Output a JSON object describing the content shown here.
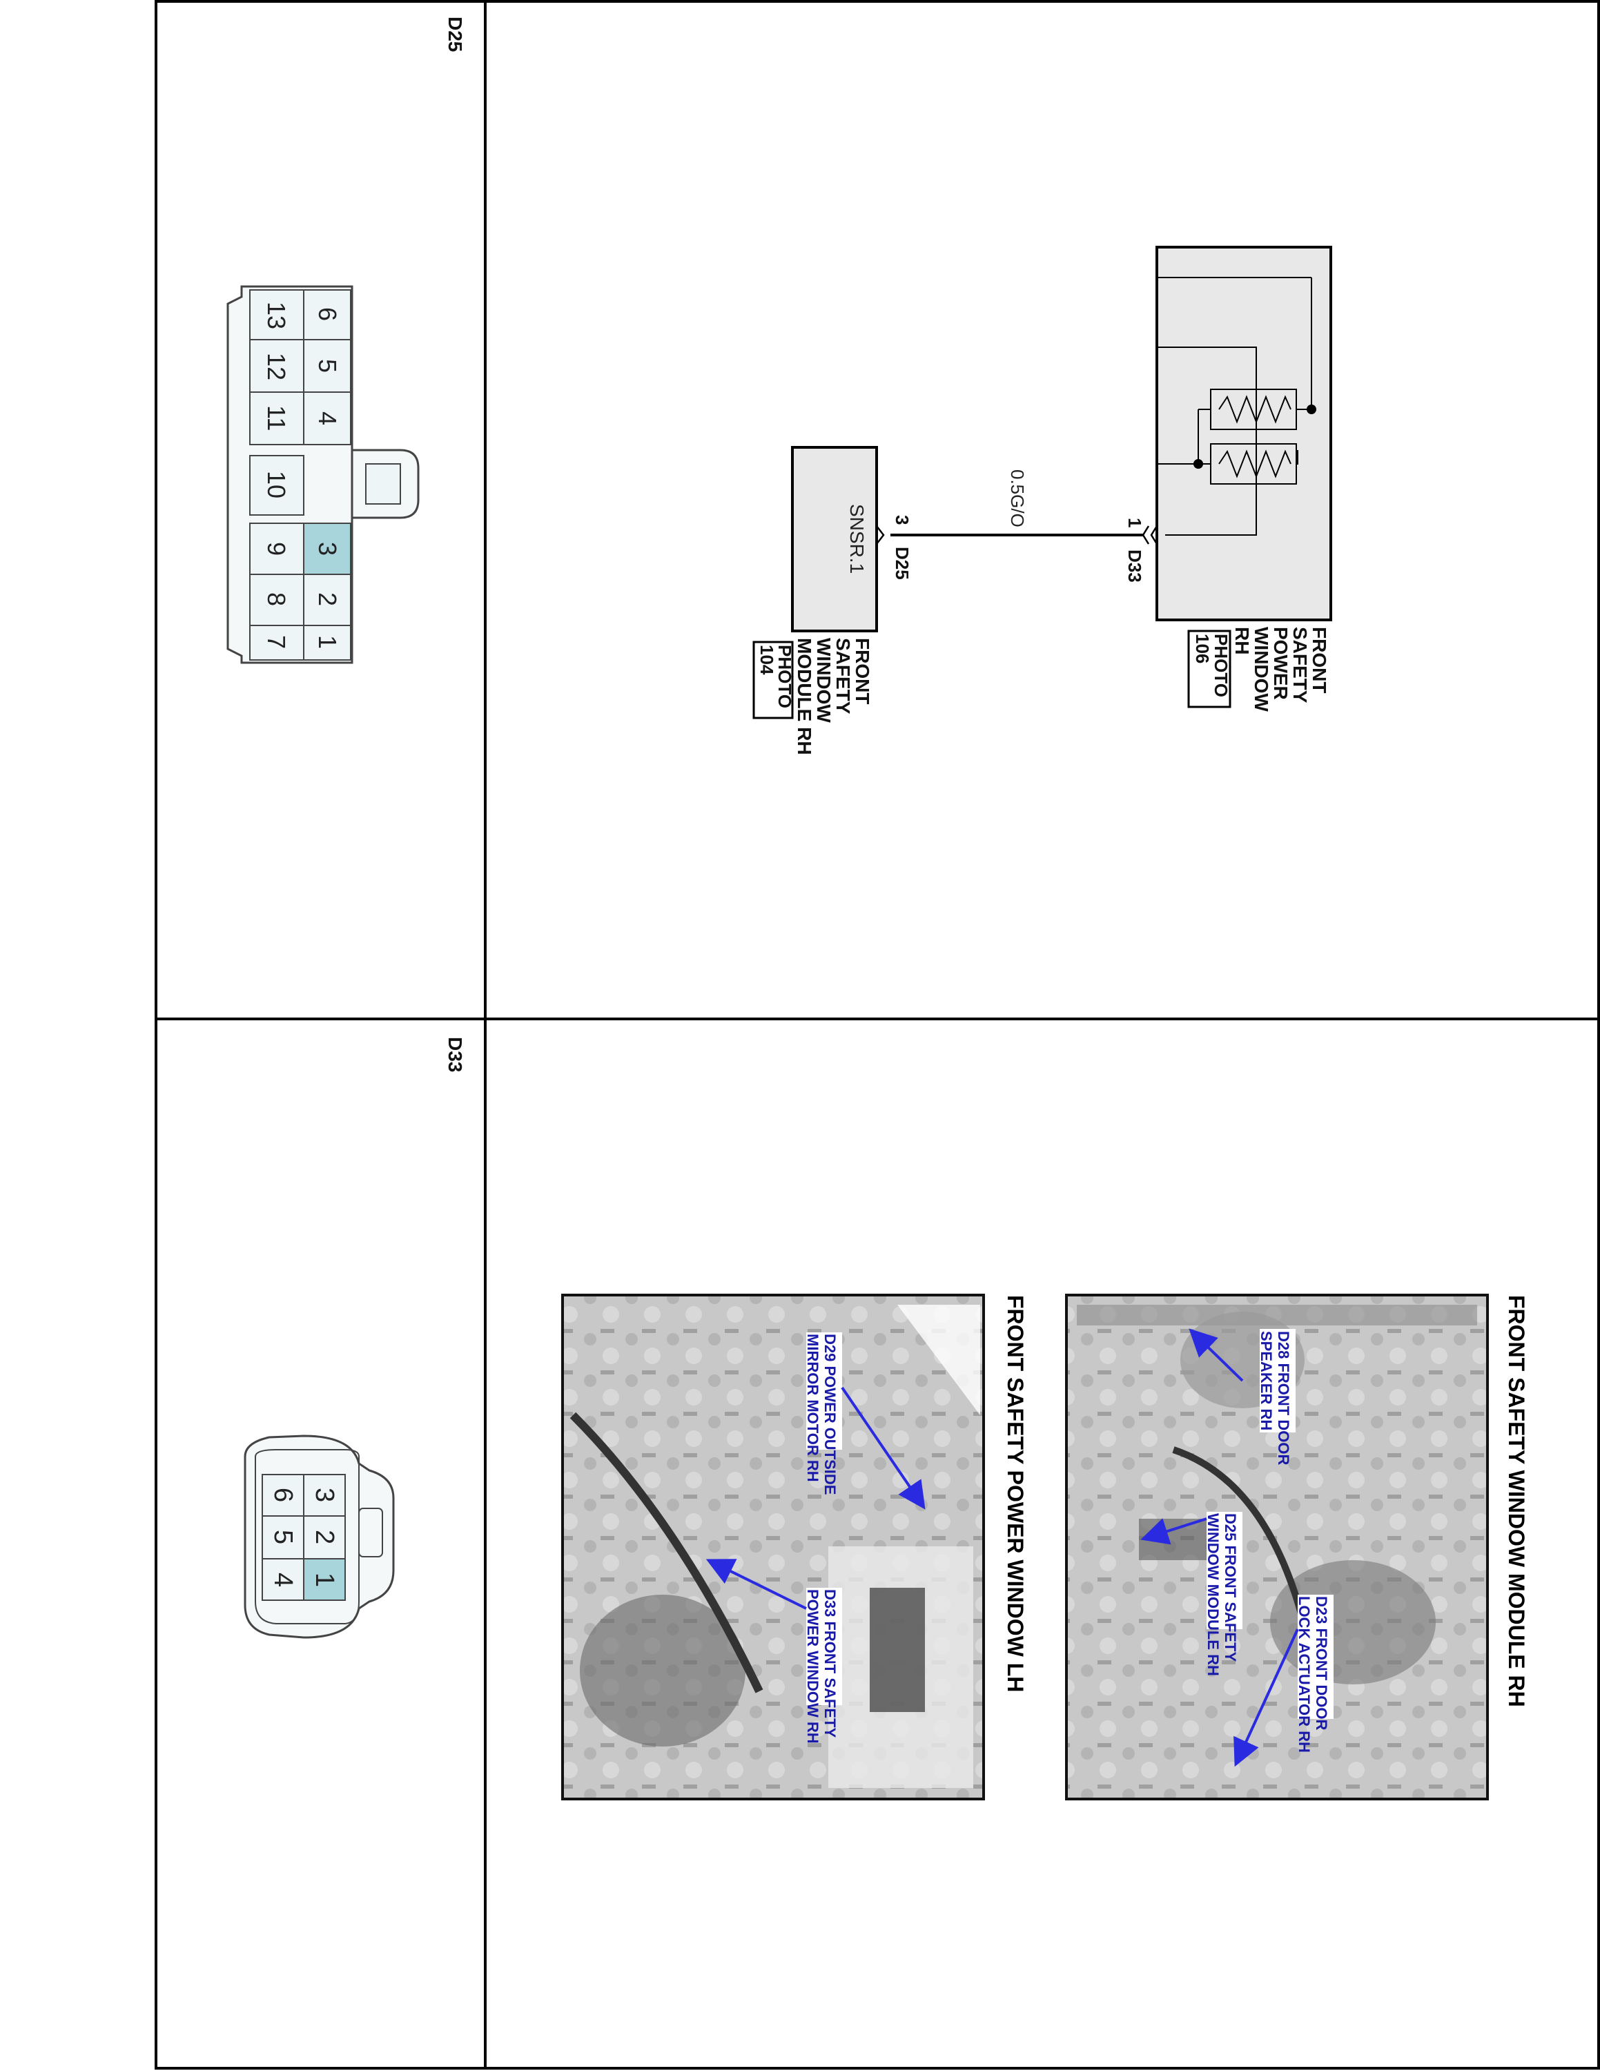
{
  "connectors": {
    "d25": {
      "title": "D25",
      "top_row": [
        "6",
        "5",
        "4",
        "3",
        "2",
        "1"
      ],
      "bottom_row": [
        "13",
        "12",
        "11",
        "10",
        "9",
        "8",
        "7"
      ],
      "highlight_pin": "3",
      "highlight_color": "#a8d4dc"
    },
    "d33": {
      "title": "D33",
      "top_row": [
        "3",
        "2",
        "1"
      ],
      "bottom_row": [
        "6",
        "5",
        "4"
      ],
      "highlight_pin": "1",
      "highlight_color": "#a8d4dc"
    }
  },
  "schematic": {
    "wire_color": "0.5G/O",
    "power_window": {
      "name_lines": [
        "FRONT",
        "SAFETY",
        "POWER",
        "WINDOW",
        "RH"
      ],
      "photo_lines": [
        "PHOTO",
        "106"
      ],
      "pin": "1",
      "connector": "D33"
    },
    "window_module": {
      "name_lines": [
        "FRONT",
        "SAFETY",
        "WINDOW",
        "MODULE RH"
      ],
      "photo_lines": [
        "PHOTO",
        "104"
      ],
      "pin": "3",
      "connector": "D25",
      "terminal": "SNSR.1"
    }
  },
  "photos": {
    "photo_104": {
      "title": "FRONT SAFETY WINDOW MODULE RH",
      "callouts": [
        {
          "lines": [
            "D28 FRONT DOOR",
            "SPEAKER RH"
          ]
        },
        {
          "lines": [
            "D25 FRONT SAFETY",
            "WINDOW MODULE RH"
          ]
        },
        {
          "lines": [
            "D23 FRONT DOOR",
            "LOCK ACTUATOR RH"
          ]
        }
      ]
    },
    "photo_106": {
      "title": "FRONT SAFETY POWER WINDOW LH",
      "callouts": [
        {
          "lines": [
            "D29 POWER OUTSIDE",
            "MIRROR MOTOR RH"
          ]
        },
        {
          "lines": [
            "D33 FRONT SAFETY",
            "POWER WINDOW RH"
          ]
        }
      ]
    }
  },
  "colors": {
    "line": "#000000",
    "connector_fill": "#eef5f6",
    "callout_text": "#1a1aa8",
    "arrow": "#2a2ae0"
  }
}
